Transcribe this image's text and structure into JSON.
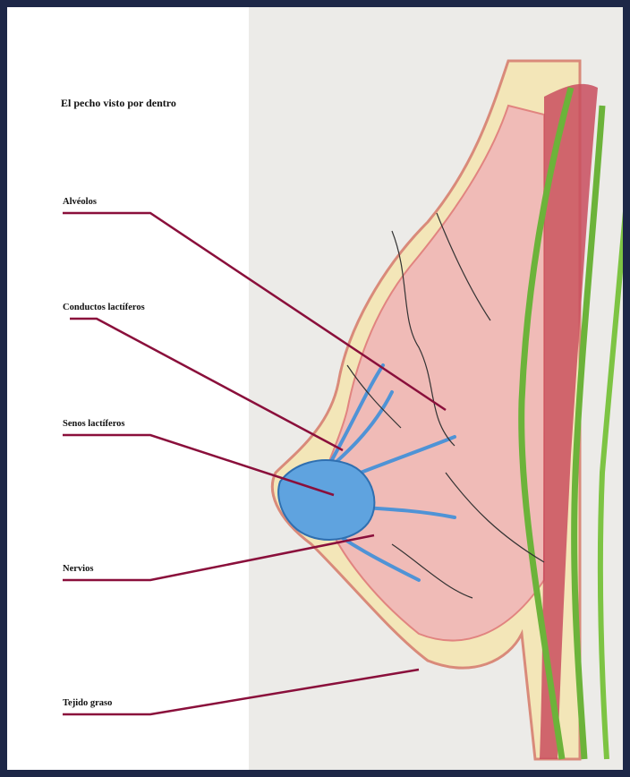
{
  "title": "El pecho visto por dentro",
  "labels": {
    "alveolos": "Alvéolos",
    "conductos": "Conductos lactíferos",
    "senos": "Senos lactíferos",
    "nervios": "Nervios",
    "tejido": "Tejido graso"
  },
  "colors": {
    "frame": "#1d2747",
    "leader_line": "#8a0f3b",
    "ducts": "#4f93d6",
    "muscle": "#c94e5e",
    "fascia": "#6cb33a",
    "fat": "#f3e6b8",
    "gland": "#f0b7b7"
  }
}
